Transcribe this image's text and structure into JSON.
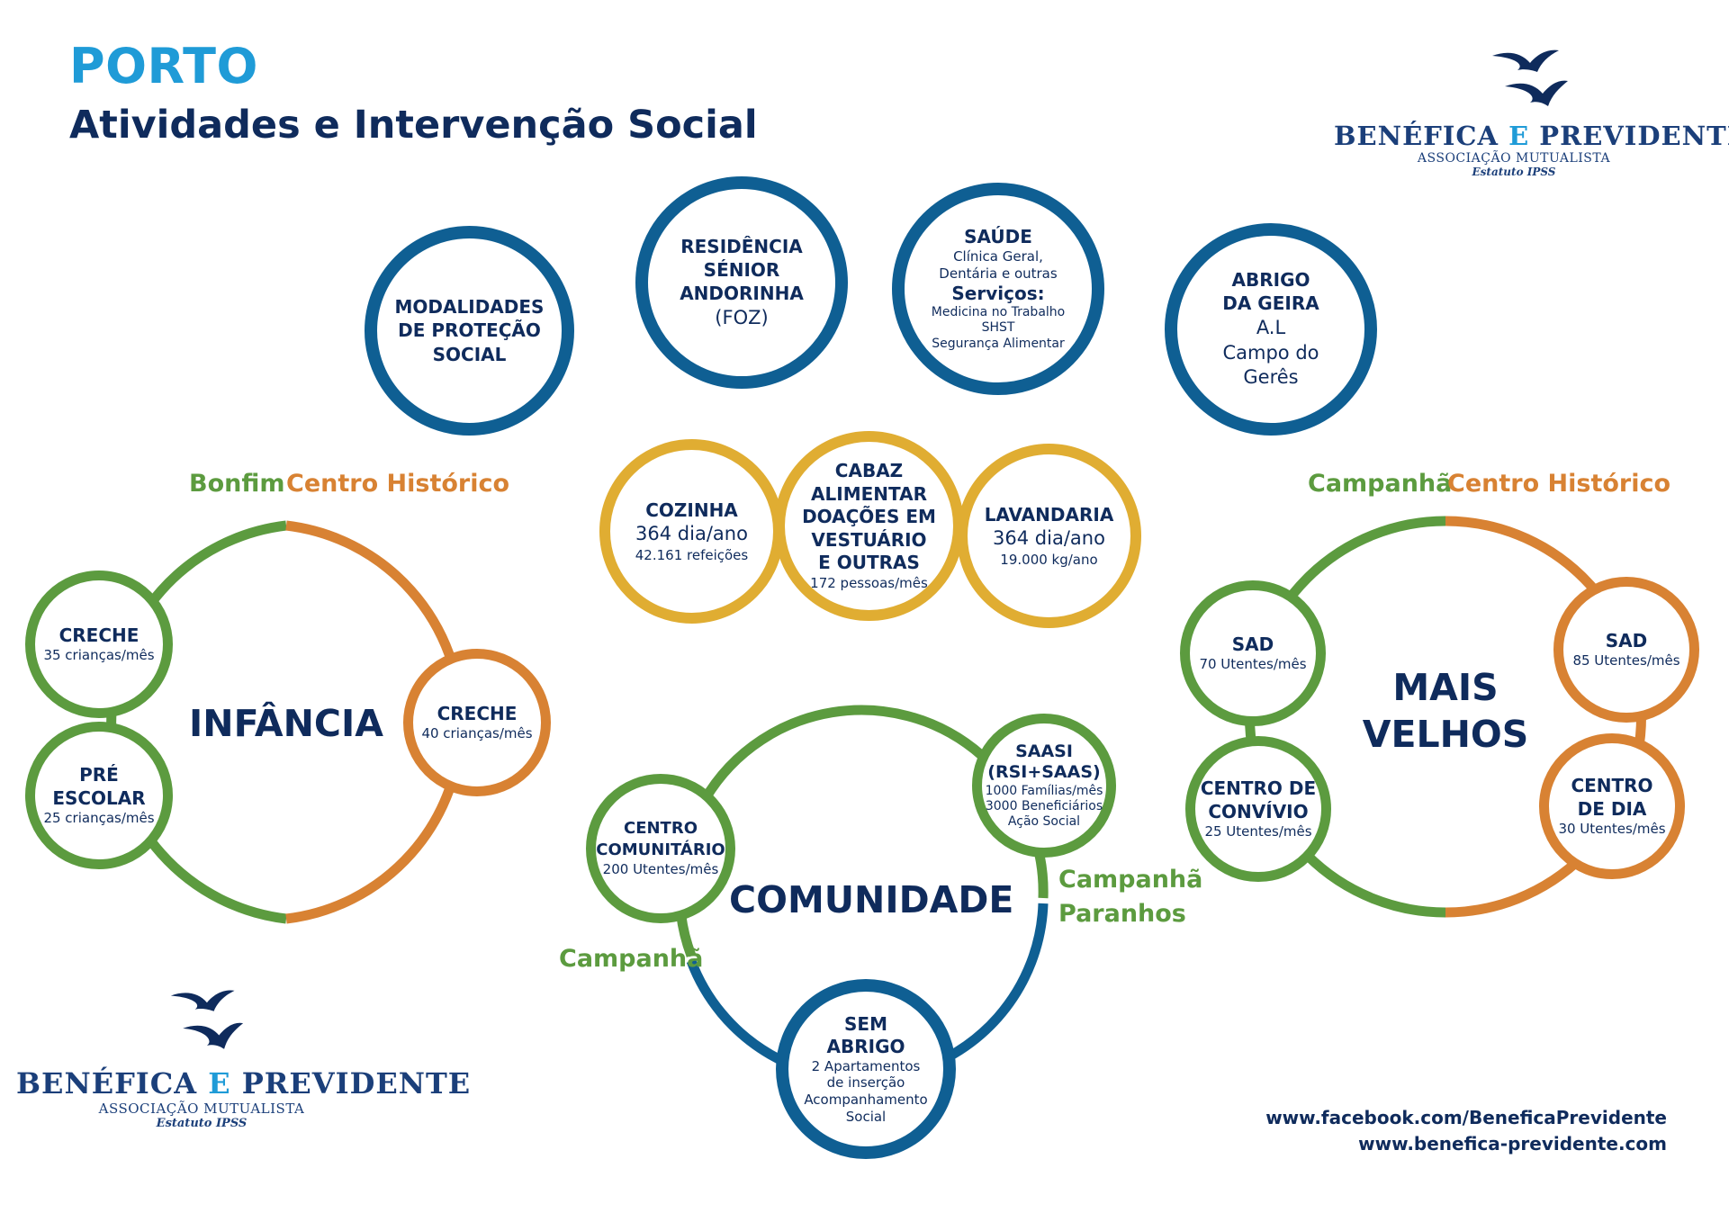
{
  "header": {
    "city": "PORTO",
    "subtitle": "Atividades e Intervenção Social"
  },
  "logo": {
    "brand_start": "BENÉFICA",
    "brand_e": "E",
    "brand_end": "PREVIDENTE",
    "association": "ASSOCIAÇÃO MUTUALISTA",
    "status": "Estatuto IPSS"
  },
  "services": {
    "modalidades": {
      "line1": "MODALIDADES",
      "line2": "DE PROTEÇÃO",
      "line3": "SOCIAL"
    },
    "residencia": {
      "line1": "RESIDÊNCIA",
      "line2": "SÉNIOR",
      "line3": "ANDORINHA",
      "line4": "(FOZ)"
    },
    "saude": {
      "title": "SAÚDE",
      "detail1": "Clínica Geral,",
      "detail2": "Dentária e outras",
      "subtitle": "Serviços:",
      "item1": "Medicina no Trabalho",
      "item2": "SHST",
      "item3": "Segurança Alimentar"
    },
    "abrigo": {
      "line1": "ABRIGO",
      "line2": "DA GEIRA",
      "line3": "A.L",
      "line4": "Campo do",
      "line5": "Gerês"
    }
  },
  "support": {
    "cozinha": {
      "title": "COZINHA",
      "rate": "364 dia/ano",
      "stat": "42.161 refeições"
    },
    "cabaz": {
      "line1": "CABAZ",
      "line2": "ALIMENTAR",
      "line3": "DOAÇÕES EM",
      "line4": "VESTUÁRIO",
      "line5": "E OUTRAS",
      "stat": "172 pessoas/mês"
    },
    "lavandaria": {
      "title": "LAVANDARIA",
      "rate": "364 dia/ano",
      "stat": "19.000 kg/ano"
    }
  },
  "infancia": {
    "label": "INFÂNCIA",
    "tag_left": "Bonfim",
    "tag_right": "Centro Histórico",
    "creche_bonfim": {
      "title": "CRECHE",
      "stat": "35 crianças/mês"
    },
    "pre_escolar": {
      "line1": "PRÉ",
      "line2": "ESCOLAR",
      "stat": "25 crianças/mês"
    },
    "creche_centro": {
      "title": "CRECHE",
      "stat": "40 crianças/mês"
    }
  },
  "comunidade": {
    "label": "COMUNIDADE",
    "tag_left": "Campanhã",
    "tag_right_1": "Campanhã",
    "tag_right_2": "Paranhos",
    "centro_comunitario": {
      "line1": "CENTRO",
      "line2": "COMUNITÁRIO",
      "stat": "200 Utentes/mês"
    },
    "saasi": {
      "line1": "SAASI",
      "line2": "(RSI+SAAS)",
      "stat1": "1000 Famílias/mês",
      "stat2": "3000 Beneficiários",
      "stat3": "Ação Social"
    },
    "sem_abrigo": {
      "line1": "SEM",
      "line2": "ABRIGO",
      "stat1": "2 Apartamentos",
      "stat2": "de inserção",
      "stat3": "Acompanhamento",
      "stat4": "Social"
    }
  },
  "mais_velhos": {
    "label1": "MAIS",
    "label2": "VELHOS",
    "tag_left": "Campanhã",
    "tag_right": "Centro Histórico",
    "sad_campanha": {
      "title": "SAD",
      "stat": "70 Utentes/mês"
    },
    "centro_convivio": {
      "line1": "CENTRO DE",
      "line2": "CONVÍVIO",
      "stat": "25 Utentes/mês"
    },
    "sad_centro": {
      "title": "SAD",
      "stat": "85 Utentes/mês"
    },
    "centro_dia": {
      "line1": "CENTRO",
      "line2": "DE DIA",
      "stat": "30 Utentes/mês"
    }
  },
  "links": {
    "facebook": "www.facebook.com/BeneficaPrevidente",
    "website": "www.benefica-previdente.com"
  },
  "colors": {
    "blue": "#0f5f93",
    "gold": "#e0ad32",
    "green": "#5c9b3f",
    "orange": "#d88233",
    "navy": "#0f2b5c",
    "title_blue": "#1f9bd7"
  }
}
